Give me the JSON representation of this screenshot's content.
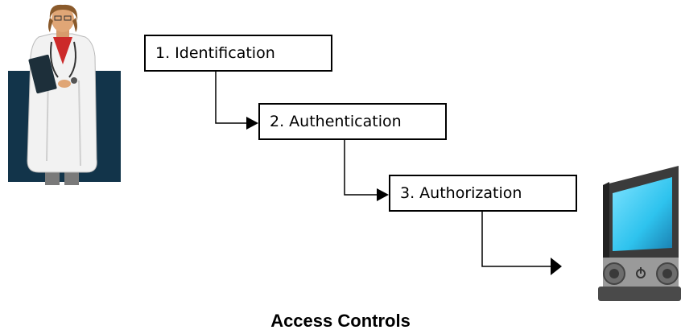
{
  "steps": [
    {
      "label": "1. Identification"
    },
    {
      "label": "2. Authentication"
    },
    {
      "label": "3. Authorization"
    }
  ],
  "caption": "Access Controls",
  "colors": {
    "doctor_backdrop": "#12344A",
    "coat": "#f2f2f2",
    "monitor_screen": "#2ec3ee",
    "monitor_frame": "#3b3b3b"
  },
  "icons": [
    "doctor-icon",
    "computer-monitor-icon"
  ]
}
